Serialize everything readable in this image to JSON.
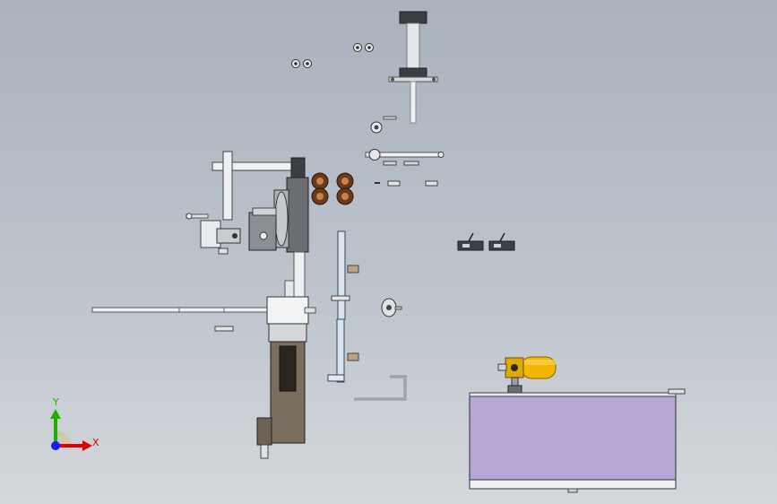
{
  "viewport": {
    "background_top": "#a9b2bd",
    "background_bottom": "#d4d8dc"
  },
  "triad": {
    "y_label": "Y",
    "x_label": "X",
    "y_color": "#1fb000",
    "x_color": "#e00000",
    "z_color": "#1a1aff"
  },
  "colors": {
    "metal": "#d8dde0",
    "metal_dark": "#5a5e62",
    "outline": "#2a2e33",
    "motor_body": "#7a6e5e",
    "cylinder_yellow": "#f2b705",
    "tank_purple": "#b7a6d6",
    "rail_blue": "#d9e4ee",
    "roller_brown": "#8a4a1e"
  },
  "components": [
    "vertical-air-cylinder",
    "small-nut-pair-top",
    "small-nut-pair-left",
    "guide-roller",
    "horizontal-shaft",
    "idler-roller-set",
    "wire-feed-frame",
    "long-guide-arm",
    "servo-motor-assembly",
    "vertical-mount-plate",
    "bent-wire-hook",
    "clamp-blocks",
    "small-flange-wheel",
    "yellow-air-cylinder",
    "base-tank"
  ]
}
